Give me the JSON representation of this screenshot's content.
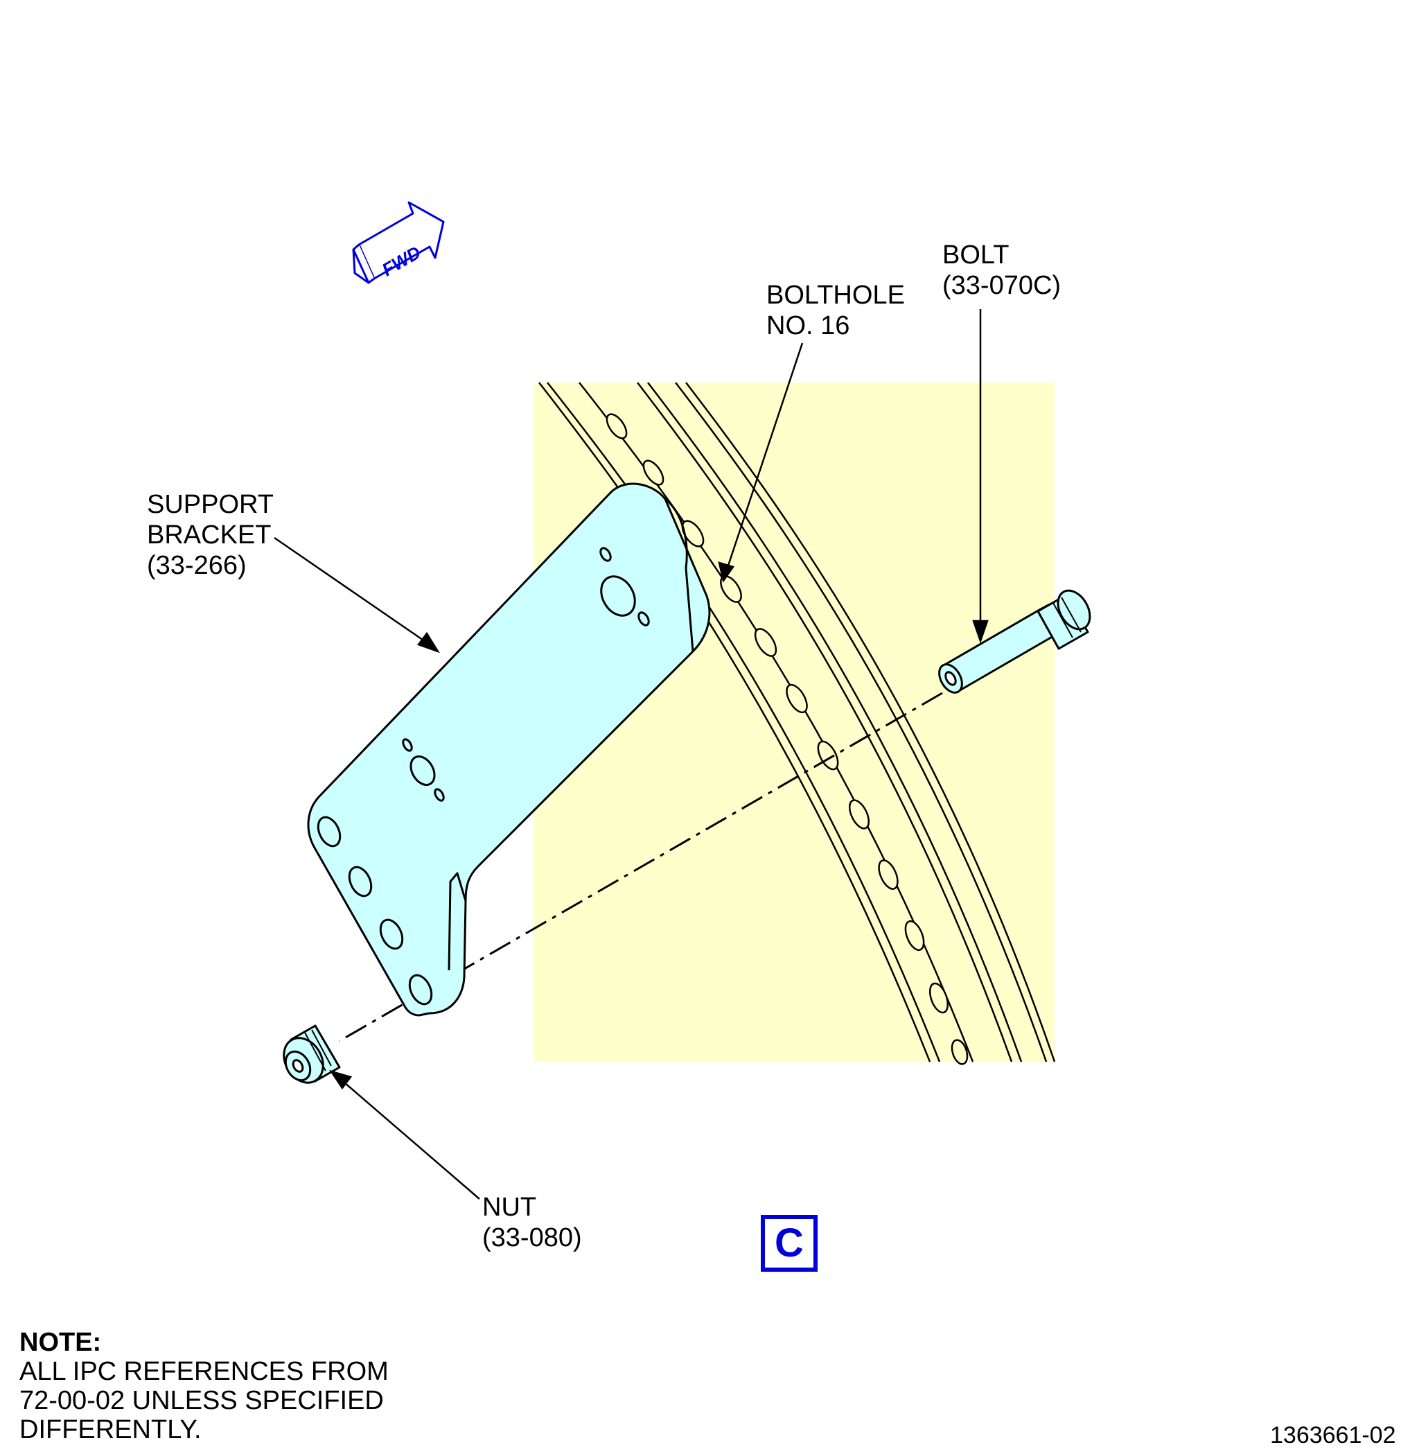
{
  "labels": {
    "bolthole": [
      "BOLTHOLE",
      "NO. 16"
    ],
    "bolt": [
      "BOLT",
      "(33-070C)"
    ],
    "support_bracket": [
      "SUPPORT",
      "BRACKET",
      "(33-266)"
    ],
    "nut": [
      "NUT",
      "(33-080)"
    ]
  },
  "fwd_arrow": "FWD",
  "view_letter": "C",
  "note": {
    "heading": "NOTE:",
    "lines": [
      "ALL IPC REFERENCES FROM",
      "72-00-02 UNLESS SPECIFIED",
      "DIFFERENTLY."
    ]
  },
  "figure_number": "1363661-02",
  "colors": {
    "background_highlight": "#ffffcc",
    "bracket_fill": "#ccffff",
    "accent_blue": "#0000dd",
    "line": "#000000"
  }
}
